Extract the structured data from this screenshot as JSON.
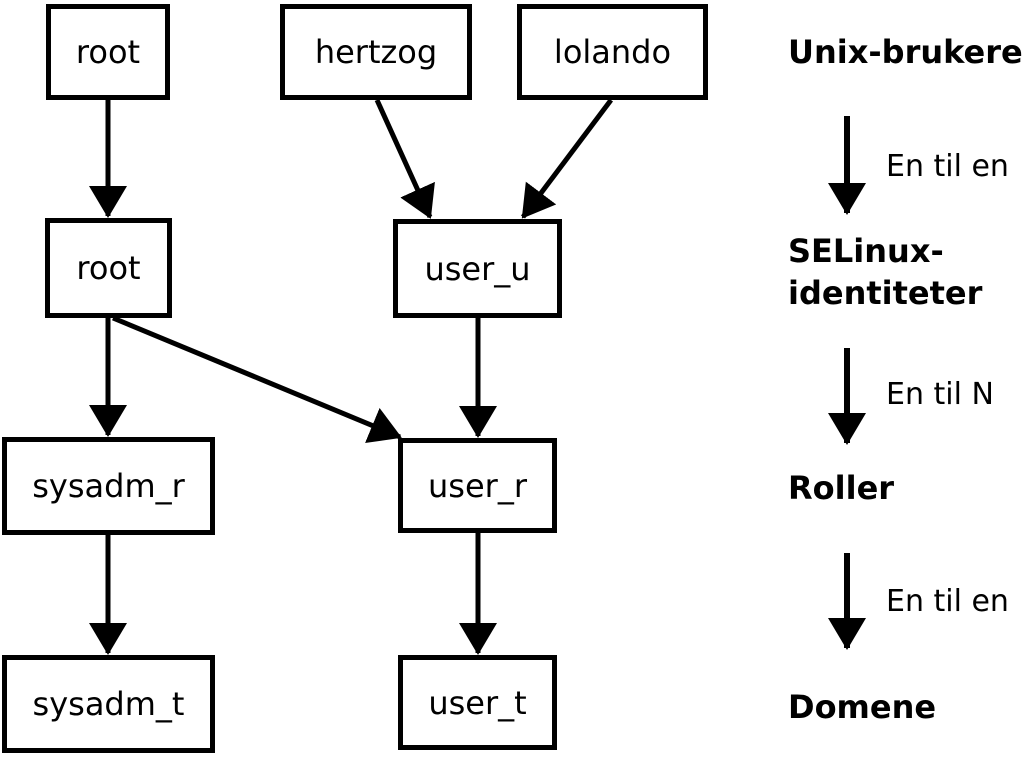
{
  "colors": {
    "foreground": "#000000",
    "background": "#ffffff"
  },
  "diagram": {
    "nodes": [
      {
        "id": "root-unix",
        "label": "root"
      },
      {
        "id": "hertzog",
        "label": "hertzog"
      },
      {
        "id": "lolando",
        "label": "lolando"
      },
      {
        "id": "root-selinux",
        "label": "root"
      },
      {
        "id": "user_u",
        "label": "user_u"
      },
      {
        "id": "sysadm_r",
        "label": "sysadm_r"
      },
      {
        "id": "user_r",
        "label": "user_r"
      },
      {
        "id": "sysadm_t",
        "label": "sysadm_t"
      },
      {
        "id": "user_t",
        "label": "user_t"
      }
    ],
    "edges": [
      {
        "from": "root-unix",
        "to": "root-selinux"
      },
      {
        "from": "hertzog",
        "to": "user_u"
      },
      {
        "from": "lolando",
        "to": "user_u"
      },
      {
        "from": "root-selinux",
        "to": "sysadm_r"
      },
      {
        "from": "root-selinux",
        "to": "user_r"
      },
      {
        "from": "user_u",
        "to": "user_r"
      },
      {
        "from": "sysadm_r",
        "to": "sysadm_t"
      },
      {
        "from": "user_r",
        "to": "user_t"
      }
    ]
  },
  "legend": {
    "levels": [
      {
        "label": "Unix-brukere"
      },
      {
        "label": "SELinux-identiteter"
      },
      {
        "label": "Roller"
      },
      {
        "label": "Domene"
      }
    ],
    "relations": [
      {
        "label": "En til en"
      },
      {
        "label": "En til N"
      },
      {
        "label": "En til en"
      }
    ]
  }
}
